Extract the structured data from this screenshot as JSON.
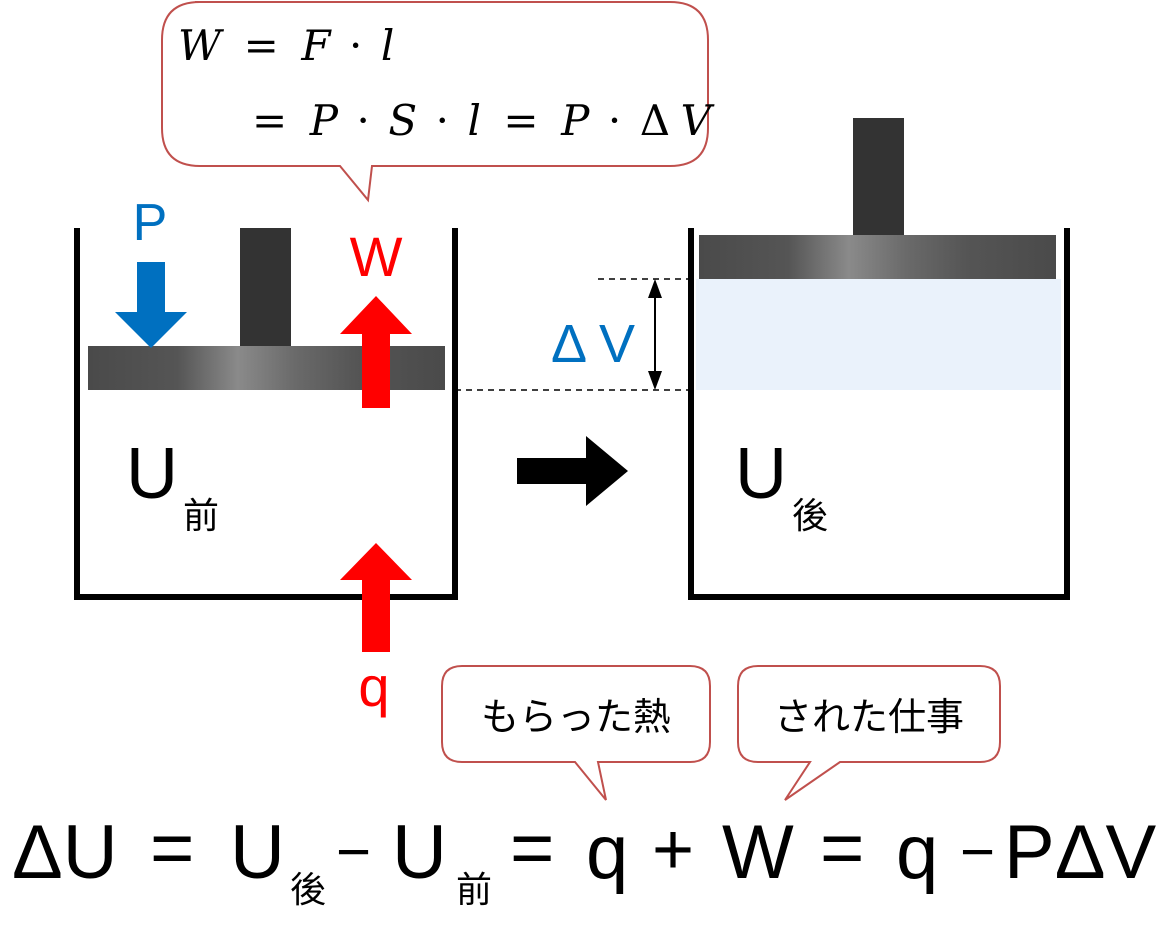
{
  "callout_top": {
    "line1": {
      "lhs": "W",
      "eq": "=",
      "F": "F",
      "dot": "·",
      "l": "l"
    },
    "line2": {
      "eq1": "=",
      "P": "P",
      "d1": "·",
      "S": "S",
      "d2": "·",
      "l": "l",
      "eq2": "=",
      "P2": "P",
      "d3": "·",
      "delta": "Δ",
      "V": "V"
    }
  },
  "left_cylinder": {
    "pressure_label": "P",
    "work_label": "W",
    "heat_label": "q",
    "energy_symbol": "U",
    "energy_subscript": "前"
  },
  "right_cylinder": {
    "volume_change_label": "Δ V",
    "energy_symbol": "U",
    "energy_subscript": "後"
  },
  "callout_heat": {
    "text": "もらった熱"
  },
  "callout_work": {
    "text": "された仕事"
  },
  "equation": {
    "delta_u": "ΔU",
    "eq1": "=",
    "u_after": "U",
    "u_after_sub": "後",
    "minus1": "−",
    "u_before": "U",
    "u_before_sub": "前",
    "eq2": "=",
    "q": "q",
    "plus": "+",
    "w": "W",
    "eq3": "=",
    "q2": "q",
    "minus2": "−",
    "p_delta_v": "PΔV"
  },
  "colors": {
    "blue": "#0070c0",
    "red": "#ff0000",
    "piston": "#555555",
    "rod": "#333333",
    "gas_expanded": "#eaf2fb",
    "callout_border": "#c0504d"
  }
}
